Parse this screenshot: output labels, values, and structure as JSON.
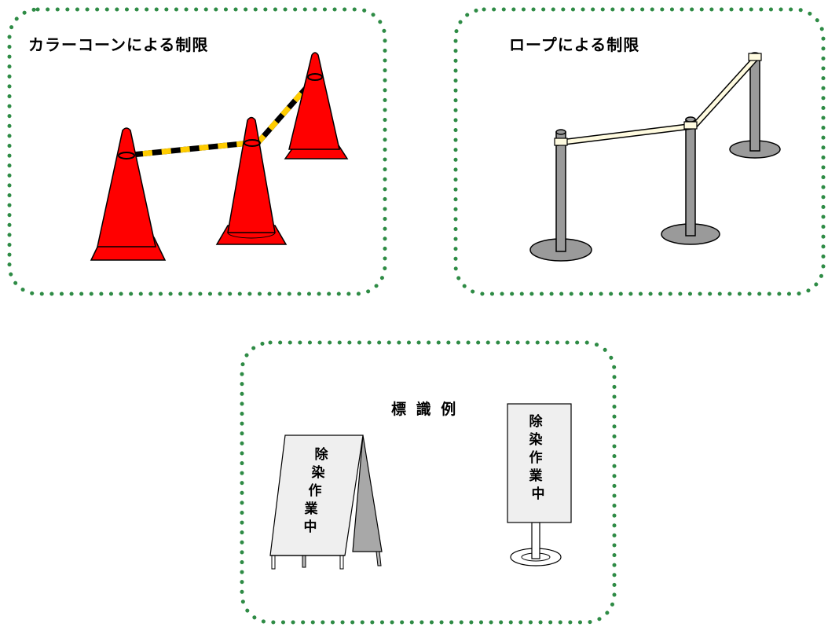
{
  "panels": {
    "cone": {
      "title": "カラーコーンによる制限",
      "frame_color": "#2e8b45",
      "cone_color": "#ff0000",
      "bar_colors": [
        "#000000",
        "#ffcc00"
      ]
    },
    "rope": {
      "title": "ロープによる制限",
      "frame_color": "#2e8b45",
      "pole_color": "#9a9a9a",
      "rope_color": "#fffbe0"
    },
    "signs": {
      "title": "標 識 例",
      "frame_color": "#2e8b45",
      "sign_text_a": "除染作業中",
      "sign_text_b": "除染作業中"
    }
  }
}
